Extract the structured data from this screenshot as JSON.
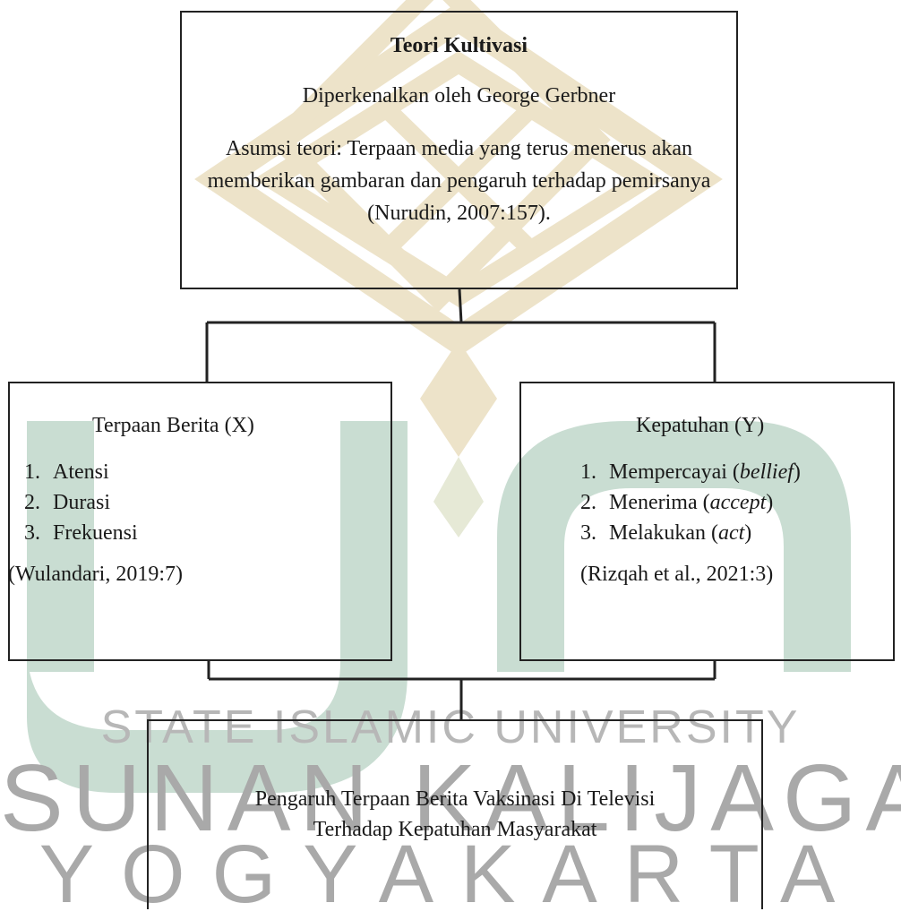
{
  "watermark": {
    "line1": "STATE ISLAMIC UNIVERSITY",
    "line2": "SUNAN KALIJAGA",
    "line3": "YOGYAKARTA"
  },
  "colors": {
    "watermark_gold": "#ede3c9",
    "watermark_green": "#c9ddd2",
    "line": "#222222"
  },
  "top_box": {
    "title": "Teori Kultivasi",
    "subtitle": "Diperkenalkan oleh George Gerbner",
    "assumption": "Asumsi teori: Terpaan media yang terus menerus akan memberikan gambaran dan pengaruh terhadap pemirsanya (Nurudin, 2007:157)."
  },
  "left_box": {
    "heading": "Terpaan Berita (X)",
    "items": [
      {
        "num": "1.",
        "text": "Atensi"
      },
      {
        "num": "2.",
        "text": "Durasi"
      },
      {
        "num": "3.",
        "text": "Frekuensi"
      }
    ],
    "citation": "(Wulandari, 2019:7)"
  },
  "right_box": {
    "heading": "Kepatuhan (Y)",
    "items": [
      {
        "num": "1.",
        "text": "Mempercayai (",
        "em": "bellief",
        "end": ")"
      },
      {
        "num": "2.",
        "text": "Menerima (",
        "em": "accept",
        "end": ")"
      },
      {
        "num": "3.",
        "text": "Melakukan (",
        "em": "act",
        "end": ")"
      }
    ],
    "citation": "(Rizqah et al., 2021:3)"
  },
  "bottom_box": {
    "line1": "Pengaruh Terpaan Berita Vaksinasi Di Televisi",
    "line2": "Terhadap Kepatuhan Masyarakat"
  }
}
